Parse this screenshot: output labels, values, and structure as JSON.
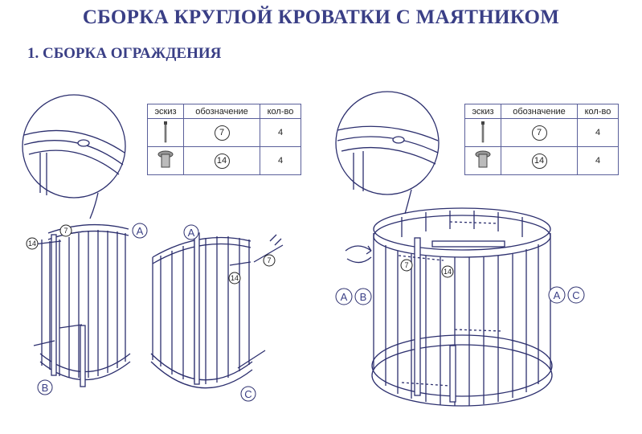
{
  "title": "СБОРКА КРУГЛОЙ КРОВАТКИ С МАЯТНИКОМ",
  "subtitle": "1. СБОРКА ОГРАЖДЕНИЯ",
  "parts_table": {
    "headers": [
      "эскиз",
      "обозначение",
      "кол-во"
    ],
    "rows": [
      {
        "sketch_icon": "bolt-icon",
        "designation": "7",
        "quantity": "4"
      },
      {
        "sketch_icon": "barrel-nut-icon",
        "designation": "14",
        "quantity": "4"
      }
    ]
  },
  "labels": {
    "a": "A",
    "b": "B",
    "c": "C",
    "part7": "7",
    "part14": "14"
  },
  "colors": {
    "ink": "#3a3f86",
    "line": "#2c2f6e"
  }
}
